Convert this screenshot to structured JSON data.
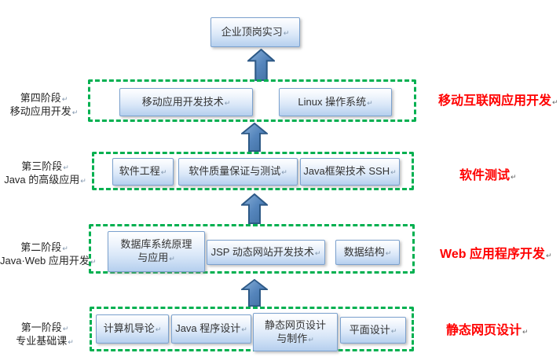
{
  "pilcrow": "↵",
  "colors": {
    "stage_border_green": "#00b050",
    "track_label_red": "#ff0000",
    "course_border_blue": "#7ba1ce",
    "course_fill_bottom_blue": "#b5cfee",
    "arrow_fill_blue": "#4f81bd",
    "arrow_border_blue": "#2d5986"
  },
  "title_box": {
    "label": "企业顶岗实习"
  },
  "stages": [
    {
      "id": "stage-4",
      "phase_label_lines": [
        "第四阶段",
        "移动应用开发"
      ],
      "courses": [
        {
          "lines": [
            "移动应用开发技术"
          ]
        },
        {
          "lines": [
            "Linux 操作系统"
          ]
        }
      ],
      "track_label": "移动互联网应用开发"
    },
    {
      "id": "stage-3",
      "phase_label_lines": [
        "第三阶段",
        "Java 的高级应用"
      ],
      "courses": [
        {
          "lines": [
            "软件工程"
          ]
        },
        {
          "lines": [
            "软件质量保证与测试"
          ]
        },
        {
          "lines": [
            "Java框架技术 SSH"
          ]
        }
      ],
      "track_label": "软件测试"
    },
    {
      "id": "stage-2",
      "phase_label_lines": [
        "第二阶段",
        "Java·Web 应用开发"
      ],
      "courses": [
        {
          "lines": [
            "数据库系统原理",
            "与应用"
          ]
        },
        {
          "lines": [
            "JSP 动态网站开发技术"
          ]
        },
        {
          "lines": [
            "数据结构"
          ]
        }
      ],
      "track_label": "Web 应用程序开发"
    },
    {
      "id": "stage-1",
      "phase_label_lines": [
        "第一阶段",
        "专业基础课"
      ],
      "courses": [
        {
          "lines": [
            "计算机导论"
          ]
        },
        {
          "lines": [
            "Java 程序设计"
          ]
        },
        {
          "lines": [
            "静态网页设计",
            "与制作"
          ]
        },
        {
          "lines": [
            "平面设计"
          ]
        }
      ],
      "track_label": "静态网页设计"
    }
  ]
}
